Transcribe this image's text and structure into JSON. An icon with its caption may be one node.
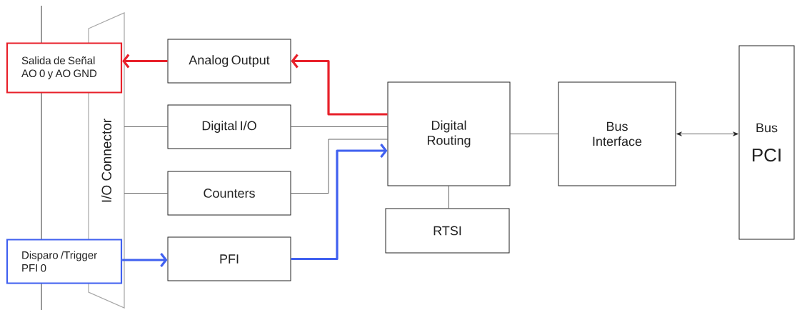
{
  "diagram": {
    "nodes": [
      {
        "text": [
          "Salida de Señal AO 0 y AO GND"
        ]
      },
      {
        "text": [
          "Disparo /Trigger PFI 0"
        ]
      },
      {
        "text": [
          "I/O Connector"
        ]
      },
      {
        "text": [
          "Analog Output"
        ]
      },
      {
        "text": [
          "Digital I/O"
        ]
      },
      {
        "text": [
          "Counters"
        ]
      },
      {
        "text": [
          "PFI"
        ]
      },
      {
        "text": [
          "Digital Routing"
        ]
      },
      {
        "text": [
          "RTSI"
        ]
      },
      {
        "text": [
          "Bus Interface"
        ]
      },
      {
        "text": [
          "Bus",
          "PCI"
        ]
      }
    ],
    "edges": [
      {
        "from": 3,
        "to": 0,
        "arrow": "to",
        "style": "thick",
        "color": "#e8202a"
      },
      {
        "from": 7,
        "to": 3,
        "arrow": "to",
        "style": "thick",
        "color": "#e8202a"
      },
      {
        "from": 2,
        "to": 4,
        "arrow": "none"
      },
      {
        "from": 4,
        "to": 7,
        "arrow": "none"
      },
      {
        "from": 2,
        "to": 5,
        "arrow": "none"
      },
      {
        "from": 5,
        "to": 7,
        "arrow": "none"
      },
      {
        "from": 1,
        "to": 6,
        "arrow": "to",
        "style": "thick",
        "color": "#4060f0"
      },
      {
        "from": 6,
        "to": 7,
        "arrow": "to",
        "style": "thick",
        "color": "#4060f0"
      },
      {
        "from": 7,
        "to": 8,
        "arrow": "none"
      },
      {
        "from": 7,
        "to": 9,
        "arrow": "none"
      },
      {
        "from": 9,
        "to": 10,
        "arrow": "both"
      }
    ]
  }
}
